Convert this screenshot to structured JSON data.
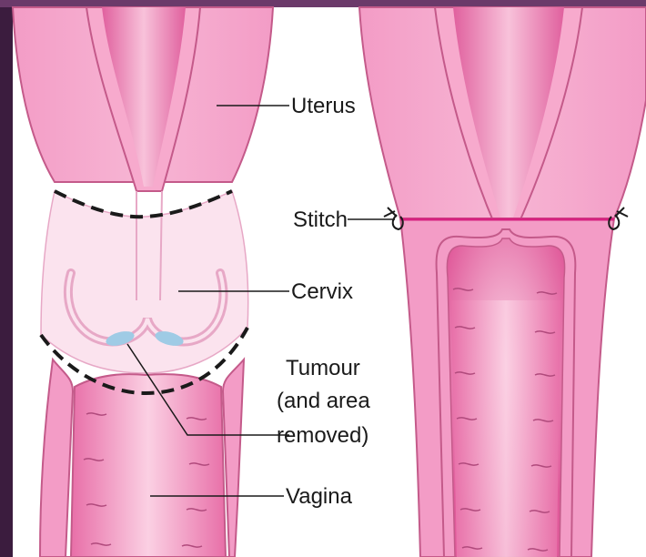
{
  "labels": {
    "uterus": "Uterus",
    "stitch": "Stitch",
    "cervix": "Cervix",
    "tumour_line1": "Tumour",
    "tumour_line2": "(and area",
    "tumour_line3": "removed)",
    "vagina": "Vagina"
  },
  "colors": {
    "tissue": "#f19ac4",
    "tissue_light": "#fbd9e8",
    "cervix_removed": "#fbe3ee",
    "outline": "#c45a8a",
    "stitch_line": "#d6217f",
    "tumour": "#9fcbe5",
    "leader_line": "#1a1a1a",
    "cut_line": "#1a1a1a"
  }
}
